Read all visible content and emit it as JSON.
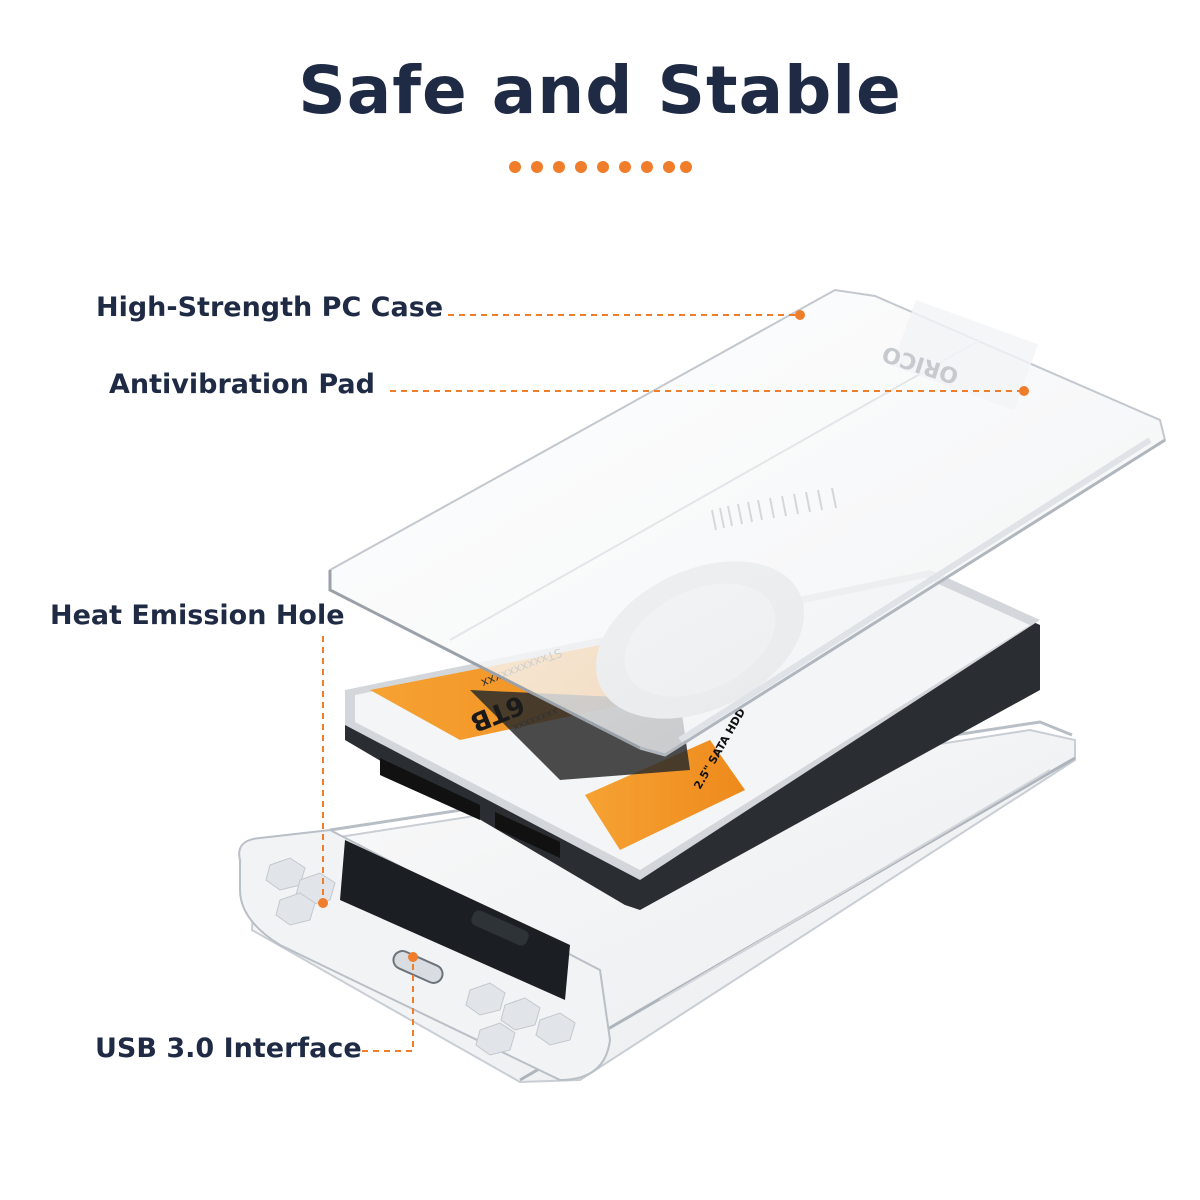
{
  "title": "Safe and Stable",
  "accent_color": "#f07d2a",
  "text_color": "#1f2a44",
  "labels": {
    "case": "High-Strength PC Case",
    "pad": "Antivibration Pad",
    "heat": "Heat Emission Hole",
    "usb": "USB 3.0 Interface"
  },
  "drive": {
    "capacity": "6TB",
    "model": "STxxxxxxxxxx",
    "serial": "SN: xxxxxxxx",
    "type": "2.5\" SATA HDD"
  },
  "brand_mark": "ORICO"
}
